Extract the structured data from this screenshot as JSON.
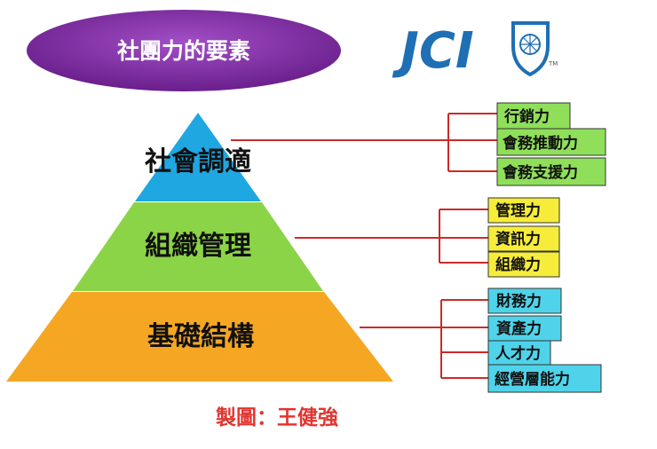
{
  "title": "社團力的要素",
  "logo": {
    "text": "JCI",
    "trademark": "TM"
  },
  "credit": "製圖：王健強",
  "tiers": [
    {
      "label": "社會調適",
      "color": "#1ea7e1",
      "items": [
        "行銷力",
        "會務推動力",
        "會務支援力"
      ],
      "item_color": "#8fdf5a"
    },
    {
      "label": "組織管理",
      "color": "#8cd447",
      "items": [
        "管理力",
        "資訊力",
        "組織力"
      ],
      "item_color": "#f6ec3a"
    },
    {
      "label": "基礎結構",
      "color": "#f5a623",
      "items": [
        "財務力",
        "資產力",
        "人才力",
        "經營層能力"
      ],
      "item_color": "#4fd3ea"
    }
  ],
  "colors": {
    "title_fill": "#7b2a9f",
    "connector": "#cc2a2a",
    "credit": "#e3342f",
    "logo": "#1f6fb4"
  }
}
